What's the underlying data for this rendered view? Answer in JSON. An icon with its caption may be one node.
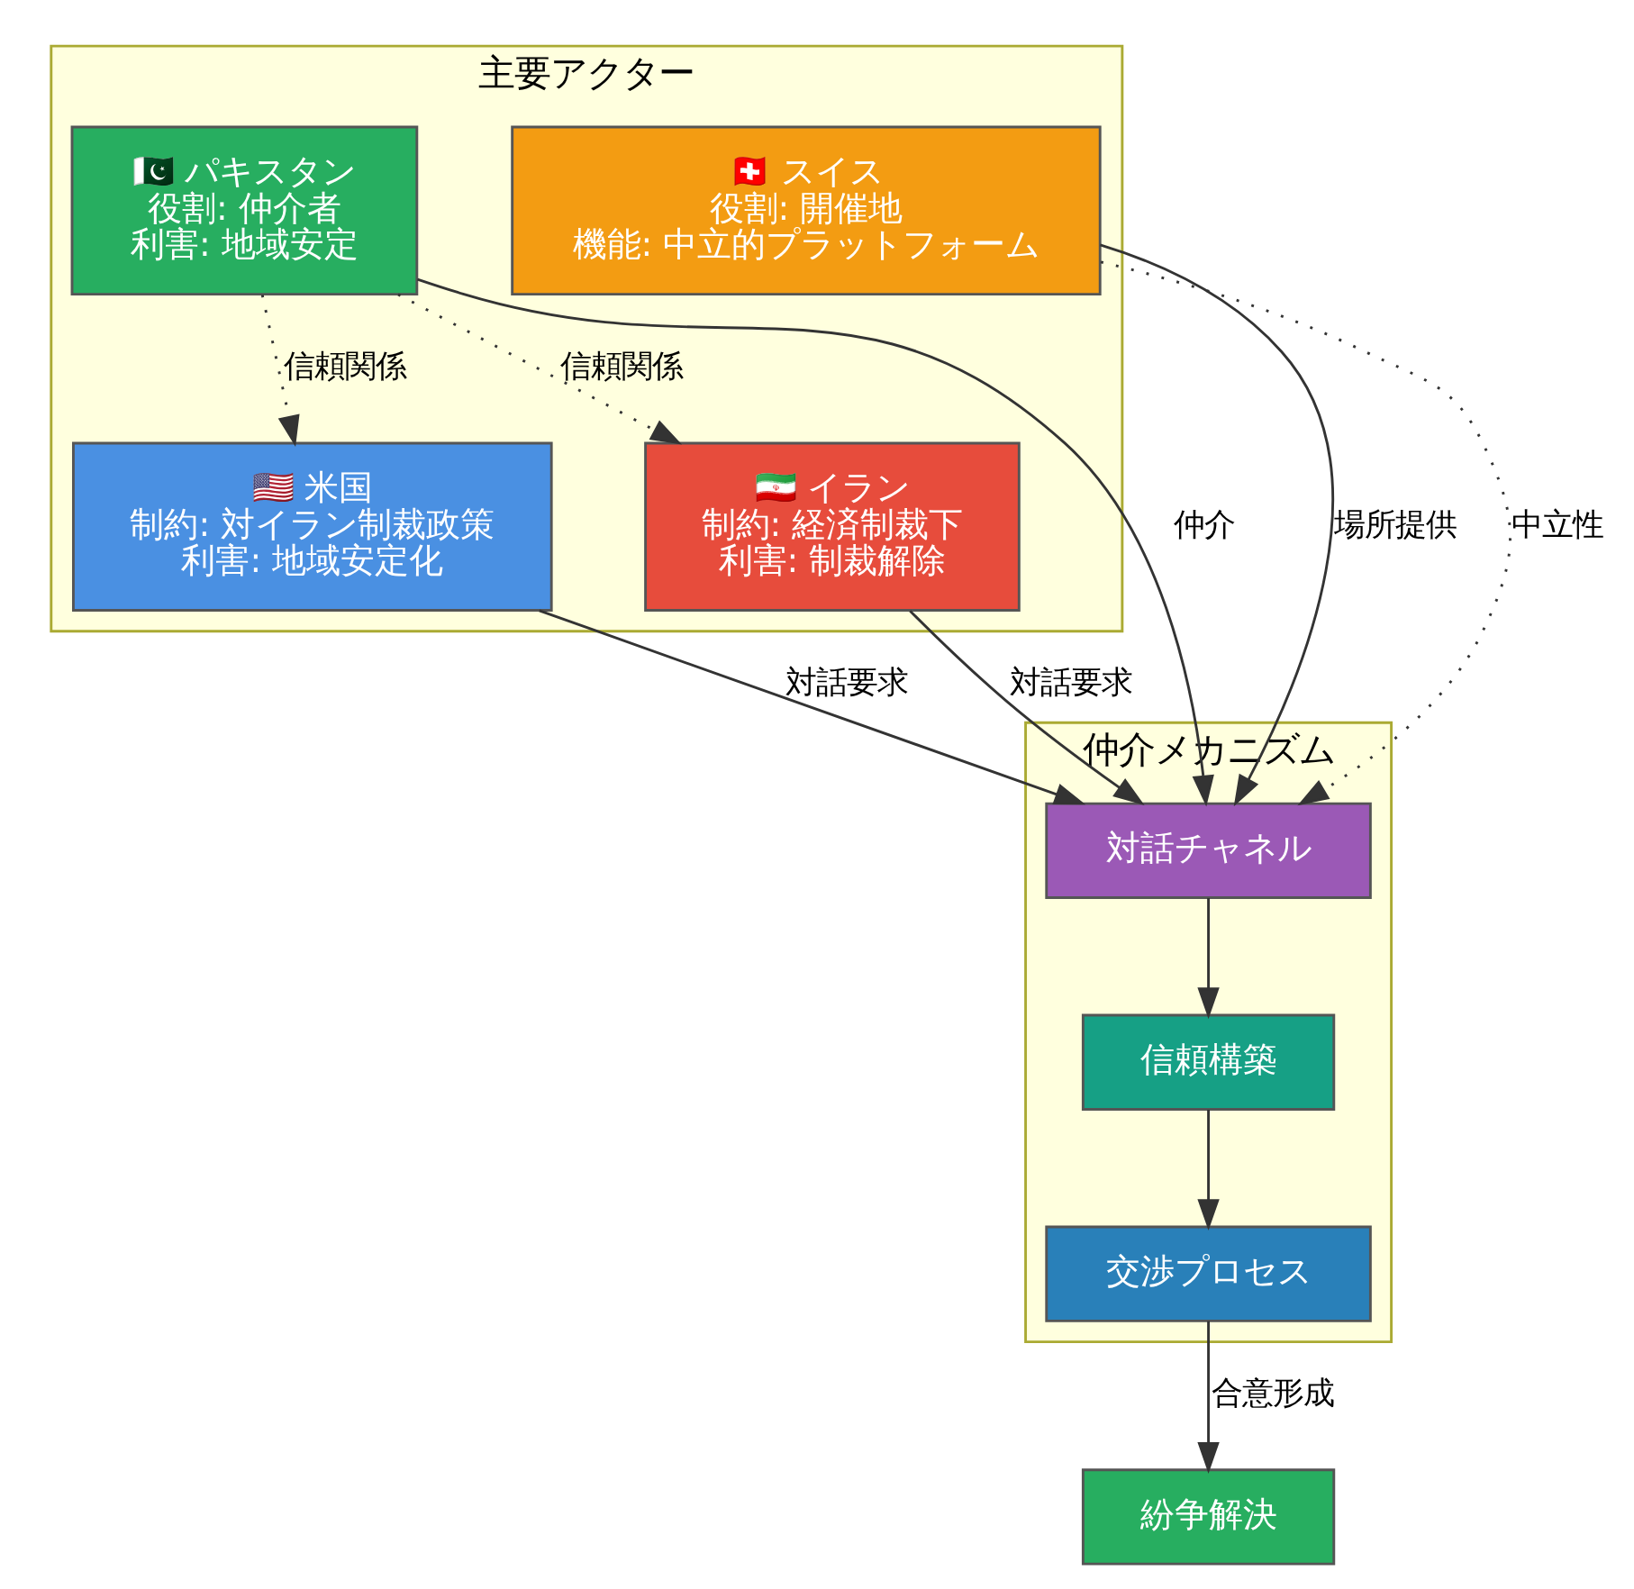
{
  "diagram": {
    "nodes": [
      {
        "text": [
          "主要アクター"
        ]
      },
      {
        "text": [
          "🇵🇰 パキスタン",
          "役割: 仲介者",
          "利害: 地域安定"
        ],
        "in": 0
      },
      {
        "text": [
          "🇺🇸 米国",
          "制約: 対イラン制裁政策",
          "利害: 地域安定化"
        ],
        "in": 0
      },
      {
        "text": [
          "🇮🇷 イラン",
          "制約: 経済制裁下",
          "利害: 制裁解除"
        ],
        "in": 0
      },
      {
        "text": [
          "🇨🇭 スイス",
          "役割: 開催地",
          "機能: 中立的プラットフォーム"
        ],
        "in": 0
      },
      {
        "text": [
          "仲介メカニズム"
        ]
      },
      {
        "text": [
          "対話チャネル"
        ],
        "in": 5
      },
      {
        "text": [
          "信頼構築"
        ],
        "in": 5
      },
      {
        "text": [
          "交渉プロセス"
        ],
        "in": 5
      },
      {
        "text": [
          "紛争解決"
        ]
      }
    ],
    "edges": [
      {
        "from": 1,
        "to": 2,
        "arrow": "to",
        "label": "信頼関係",
        "style": "dashed"
      },
      {
        "from": 1,
        "to": 3,
        "arrow": "to",
        "label": "信頼関係",
        "style": "dashed"
      },
      {
        "from": 1,
        "to": 6,
        "arrow": "to",
        "label": "仲介"
      },
      {
        "from": 2,
        "to": 6,
        "arrow": "to",
        "label": "対話要求"
      },
      {
        "from": 3,
        "to": 6,
        "arrow": "to",
        "label": "対話要求"
      },
      {
        "from": 4,
        "to": 6,
        "arrow": "to",
        "label": "場所提供"
      },
      {
        "from": 4,
        "to": 6,
        "arrow": "to",
        "label": "中立性",
        "style": "dashed"
      },
      {
        "from": 6,
        "to": 7,
        "arrow": "to"
      },
      {
        "from": 7,
        "to": 8,
        "arrow": "to"
      },
      {
        "from": 8,
        "to": 9,
        "arrow": "to",
        "label": "合意形成"
      }
    ]
  }
}
